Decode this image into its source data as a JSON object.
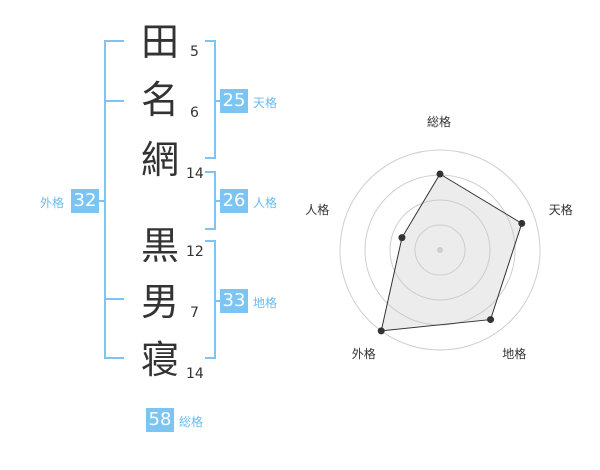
{
  "name": {
    "chars": [
      {
        "char": "田",
        "strokes": "5"
      },
      {
        "char": "名",
        "strokes": "6"
      },
      {
        "char": "網",
        "strokes": "14"
      },
      {
        "char": "黒",
        "strokes": "12"
      },
      {
        "char": "男",
        "strokes": "7"
      },
      {
        "char": "寝",
        "strokes": "14"
      }
    ]
  },
  "scores": {
    "tenkaku": {
      "value": "25",
      "label": "天格"
    },
    "jinkaku": {
      "value": "26",
      "label": "人格"
    },
    "chikaku": {
      "value": "33",
      "label": "地格"
    },
    "gaikaku": {
      "value": "32",
      "label": "外格"
    },
    "soukaku": {
      "value": "58",
      "label": "総格"
    }
  },
  "colors": {
    "accent": "#7cc5f2",
    "accent_text": "#6bbbee",
    "text": "#333333"
  },
  "chart_data": {
    "type": "radar",
    "axes": [
      "総格",
      "天格",
      "地格",
      "外格",
      "人格"
    ],
    "values": [
      3.8,
      4.3,
      4.3,
      5.0,
      2.0
    ],
    "rmax": 5,
    "rings": 4
  }
}
